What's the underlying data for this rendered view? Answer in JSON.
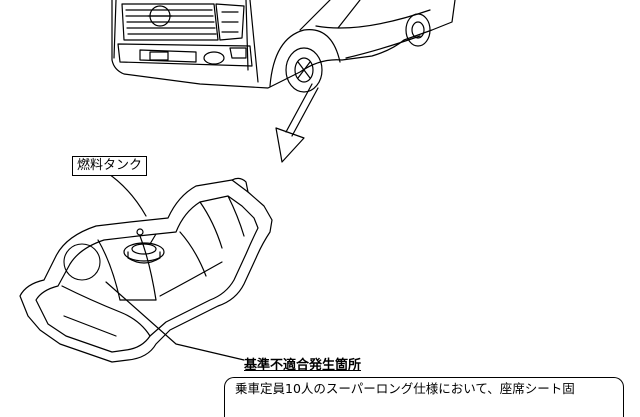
{
  "diagram": {
    "callout_label": "燃料タンク",
    "defect_location_label": "基準不適合発生箇所",
    "note_text": "乗車定員10人のスーパーロング仕様において、座席シート固"
  }
}
